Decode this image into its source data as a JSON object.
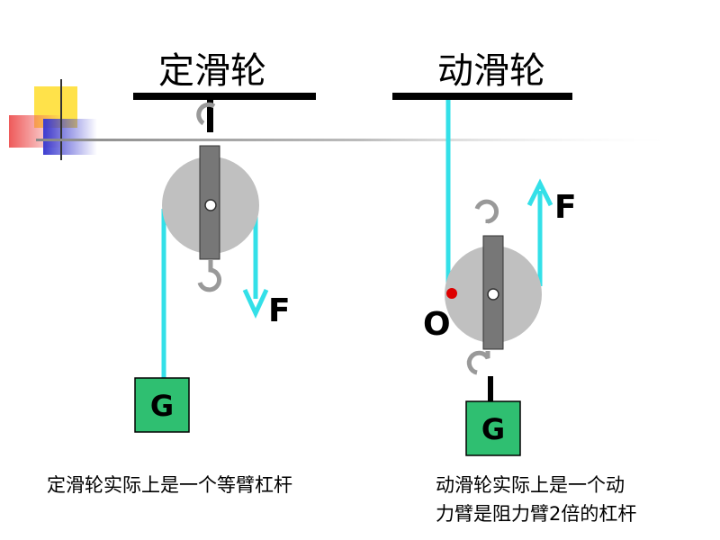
{
  "fixed_pulley": {
    "title": "定滑轮",
    "force_label": "F",
    "weight_label": "G",
    "caption": "定滑轮实际上是一个等臂杠杆"
  },
  "movable_pulley": {
    "title": "动滑轮",
    "force_label": "F",
    "weight_label": "G",
    "fulcrum_label": "O",
    "caption_line1": "动滑轮实际上是一个动",
    "caption_line2": "力臂是阻力臂2倍的杠杆"
  },
  "colors": {
    "rope": "#33e0e8",
    "pulley": "#c0c0c0",
    "frame": "#777777",
    "weight": "#2fbf71",
    "fulcrum": "#dd0000",
    "deco_yellow": "#ffe24a",
    "deco_red": "#ee5a5a",
    "deco_blue": "#3d3dd0"
  }
}
